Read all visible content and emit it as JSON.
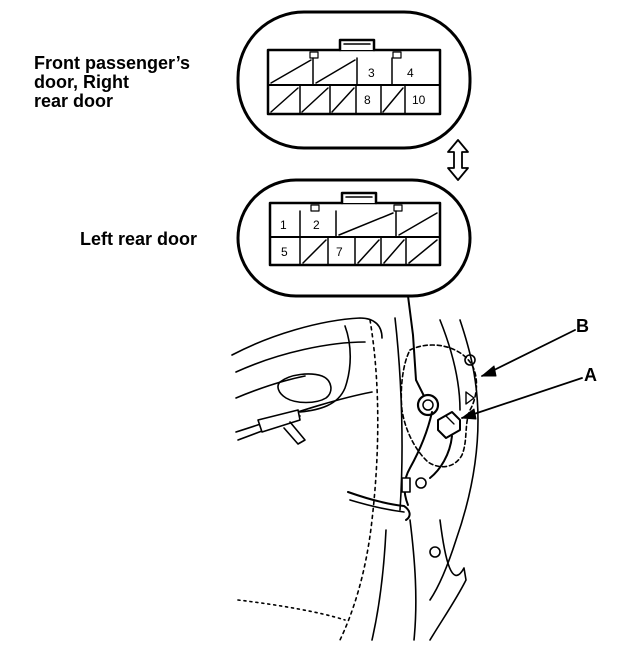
{
  "labels": {
    "connector_top_line1": "Front passenger’s",
    "connector_top_line2": "door, Right",
    "connector_top_line3": "rear door",
    "connector_bottom": "Left rear door"
  },
  "connector_top": {
    "pins_row1": [
      "",
      "",
      "3",
      "4"
    ],
    "pins_row2": [
      "",
      "",
      "",
      "8",
      "10"
    ]
  },
  "connector_bottom": {
    "pins_row1": [
      "1",
      "2",
      "",
      ""
    ],
    "pins_row2": [
      "5",
      "",
      "7",
      "",
      ""
    ]
  },
  "callouts": {
    "a": "A",
    "b": "B"
  },
  "colors": {
    "ink": "#000000",
    "paper": "#ffffff"
  }
}
